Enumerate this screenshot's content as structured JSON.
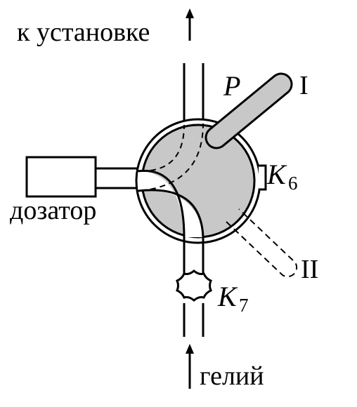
{
  "labels": {
    "top": "к установке",
    "bottom": "гелий",
    "dosator": "дозатор",
    "handle": "P",
    "pos1": "I",
    "pos2": "II",
    "k6_main": "K",
    "k6_sub": "6",
    "k7_main": "K",
    "k7_sub": "7"
  },
  "colors": {
    "line": "#000000",
    "fill": "#c8c8c8",
    "background": "#ffffff"
  }
}
